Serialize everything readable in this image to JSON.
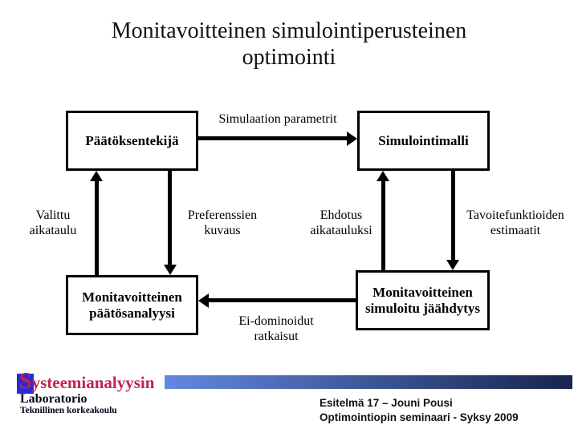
{
  "slide": {
    "title_line1": "Monitavoitteinen simulointiperusteinen",
    "title_line2": "optimointi"
  },
  "diagram": {
    "boxes": {
      "decision_maker": "Päätöksentekijä",
      "simulation_model": "Simulointimalli",
      "decision_analysis_line1": "Monitavoitteinen",
      "decision_analysis_line2": "päätösanalyysi",
      "simulated_annealing_line1": "Monitavoitteinen",
      "simulated_annealing_line2": "simuloitu jäähdytys"
    },
    "arrow_labels": {
      "simulation_parameters": "Simulaation parametrit",
      "selected_schedule_line1": "Valittu",
      "selected_schedule_line2": "aikataulu",
      "preferences_line1": "Preferenssien",
      "preferences_line2": "kuvaus",
      "proposal_line1": "Ehdotus",
      "proposal_line2": "aikatauluksi",
      "objective_estimates_line1": "Tavoitefunktioiden",
      "objective_estimates_line2": "estimaatit",
      "nondominated_line1": "Ei-dominoidut",
      "nondominated_line2": "ratkaisut"
    }
  },
  "footer": {
    "org_initial": "S",
    "org_rest": "ysteemianalyysin",
    "org_line2": "Laboratorio",
    "org_line3": "Teknillinen korkeakoulu",
    "credit_line1": "Esitelmä 17 – Jouni Pousi",
    "credit_line2": "Optimointiopin seminaari - Syksy 2009",
    "colors": {
      "logo_red": "#c42152",
      "logo_blue": "#2b2bd0",
      "bar_start": "#6488e0",
      "bar_end": "#17254e",
      "dark_text": "#00001a"
    }
  }
}
